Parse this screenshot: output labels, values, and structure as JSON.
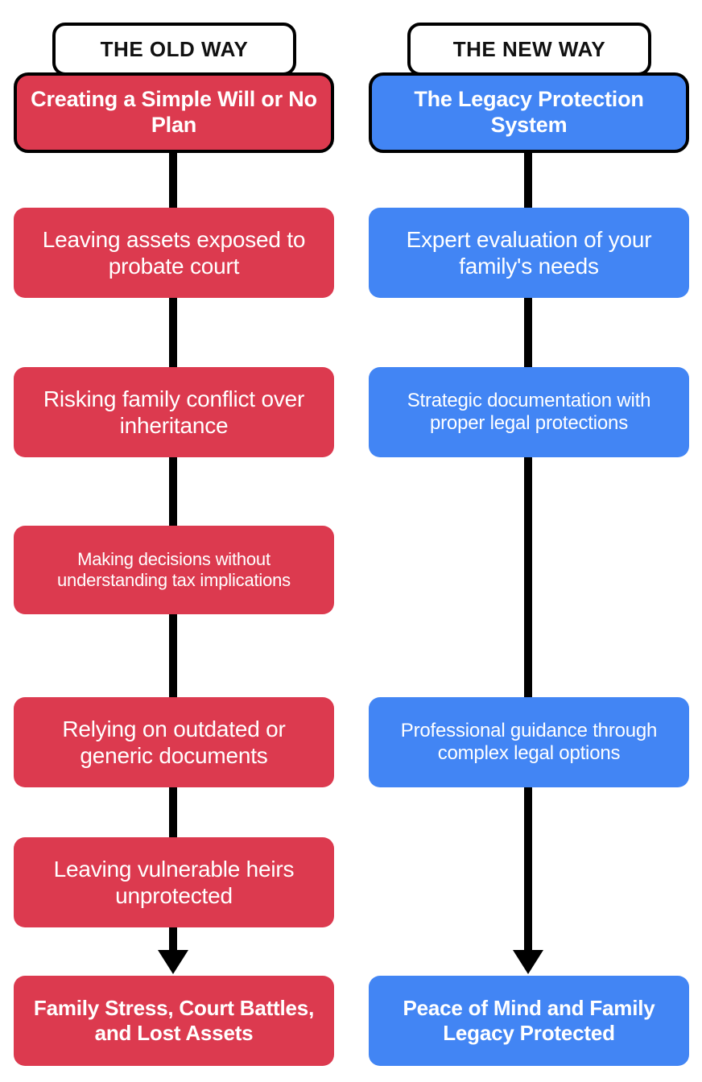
{
  "diagram": {
    "title_left": "THE OLD WAY",
    "title_right": "THE NEW WAY",
    "colors": {
      "old_way": "#DC3A4F",
      "new_way": "#4285F4",
      "connector": "#000000",
      "header_background": "#FFFFFF",
      "header_text": "#111111",
      "node_text": "#FFFFFF"
    }
  },
  "columns": {
    "left": {
      "header": "THE OLD WAY",
      "accent": "#DC3A4F",
      "steps": [
        {
          "text": "Creating a Simple Will or No Plan",
          "role": "start"
        },
        {
          "text": "Leaving assets exposed to probate court",
          "role": "step"
        },
        {
          "text": "Risking family conflict over inheritance",
          "role": "step"
        },
        {
          "text": "Making decisions without understanding tax implications",
          "role": "step"
        },
        {
          "text": "Relying on outdated or generic documents",
          "role": "step"
        },
        {
          "text": "Leaving vulnerable heirs unprotected",
          "role": "step"
        },
        {
          "text": "Family Stress, Court Battles, and Lost Assets",
          "role": "outcome"
        }
      ]
    },
    "right": {
      "header": "THE NEW WAY",
      "accent": "#4285F4",
      "steps": [
        {
          "text": "The Legacy Protection System",
          "role": "start"
        },
        {
          "text": "Expert evaluation of your family's needs",
          "role": "step"
        },
        {
          "text": "Strategic documentation with proper legal protections",
          "role": "step"
        },
        {
          "text": "Professional guidance through complex legal options",
          "role": "step"
        },
        {
          "text": "Peace of Mind and Family Legacy Protected",
          "role": "outcome"
        }
      ]
    }
  }
}
